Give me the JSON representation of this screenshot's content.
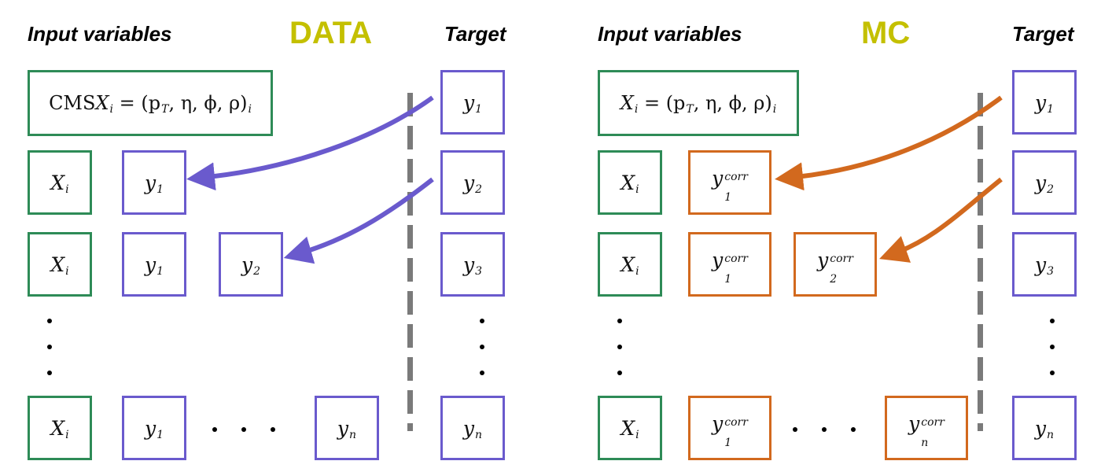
{
  "data_panel": {
    "title": "DATA",
    "input_header": "Input variables",
    "target_header": "Target",
    "formula": {
      "prefix": "CMS",
      "text": "X",
      "sub": "i",
      "rhs": " = (p",
      "rhs_sub": "T",
      "rhs_rest": ", η, ϕ, ρ)",
      "rhs_end_sub": "i"
    },
    "x_symbol": "X",
    "x_sub": "i",
    "y_symbol": "y",
    "y_subs": [
      "1",
      "2",
      "3",
      "n"
    ],
    "row_boxes": [
      {
        "sub": "1"
      },
      {
        "sub": "1"
      },
      {
        "sub": "2"
      },
      {
        "sub": "1"
      },
      {
        "sub": "n"
      }
    ]
  },
  "mc_panel": {
    "title": "MC",
    "input_header": "Input variables",
    "target_header": "Target",
    "formula": {
      "text": "X",
      "sub": "i",
      "rhs": " = (p",
      "rhs_sub": "T",
      "rhs_rest": ", η, ϕ, ρ)",
      "rhs_end_sub": "i"
    },
    "x_symbol": "X",
    "x_sub": "i",
    "y_symbol": "y",
    "corr_sup": "corr",
    "y_subs": [
      "1",
      "2",
      "3",
      "n"
    ]
  },
  "colors": {
    "input_box": "#2e8b57",
    "target_box": "#6a5acd",
    "corrected_box": "#d2691e",
    "title": "#c4c000",
    "divider": "#7a7a7a"
  }
}
